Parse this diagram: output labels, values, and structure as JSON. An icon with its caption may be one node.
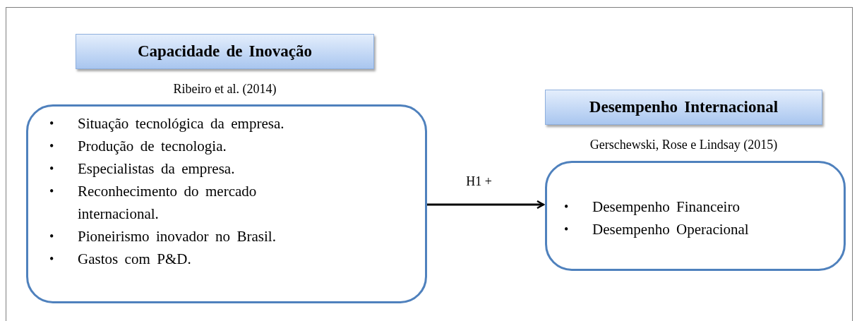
{
  "diagram": {
    "nodes": [
      {
        "text": [
          "Capacidade de Inovação"
        ],
        "beside": [
          "Ribeiro et al. (2014)"
        ]
      },
      {
        "text": [
          "Situação tecnológica da empresa.",
          "Produção de tecnologia.",
          "Especialistas da empresa.",
          "Reconhecimento do mercado internacional.",
          "Pioneirismo inovador no Brasil.",
          "Gastos com P&D."
        ]
      },
      {
        "text": [
          "Desempenho Internacional"
        ],
        "beside": [
          "Gerschewski, Rose e Lindsay (2015)"
        ]
      },
      {
        "text": [
          "Desempenho Financeiro",
          "Desempenho Operacional"
        ]
      }
    ],
    "edges": [
      {
        "from": 1,
        "to": 3,
        "arrow": "to",
        "label": "H1 +"
      }
    ],
    "labels": [
      "•",
      "•",
      "•",
      "•",
      "•",
      "•",
      "•",
      "•"
    ]
  }
}
